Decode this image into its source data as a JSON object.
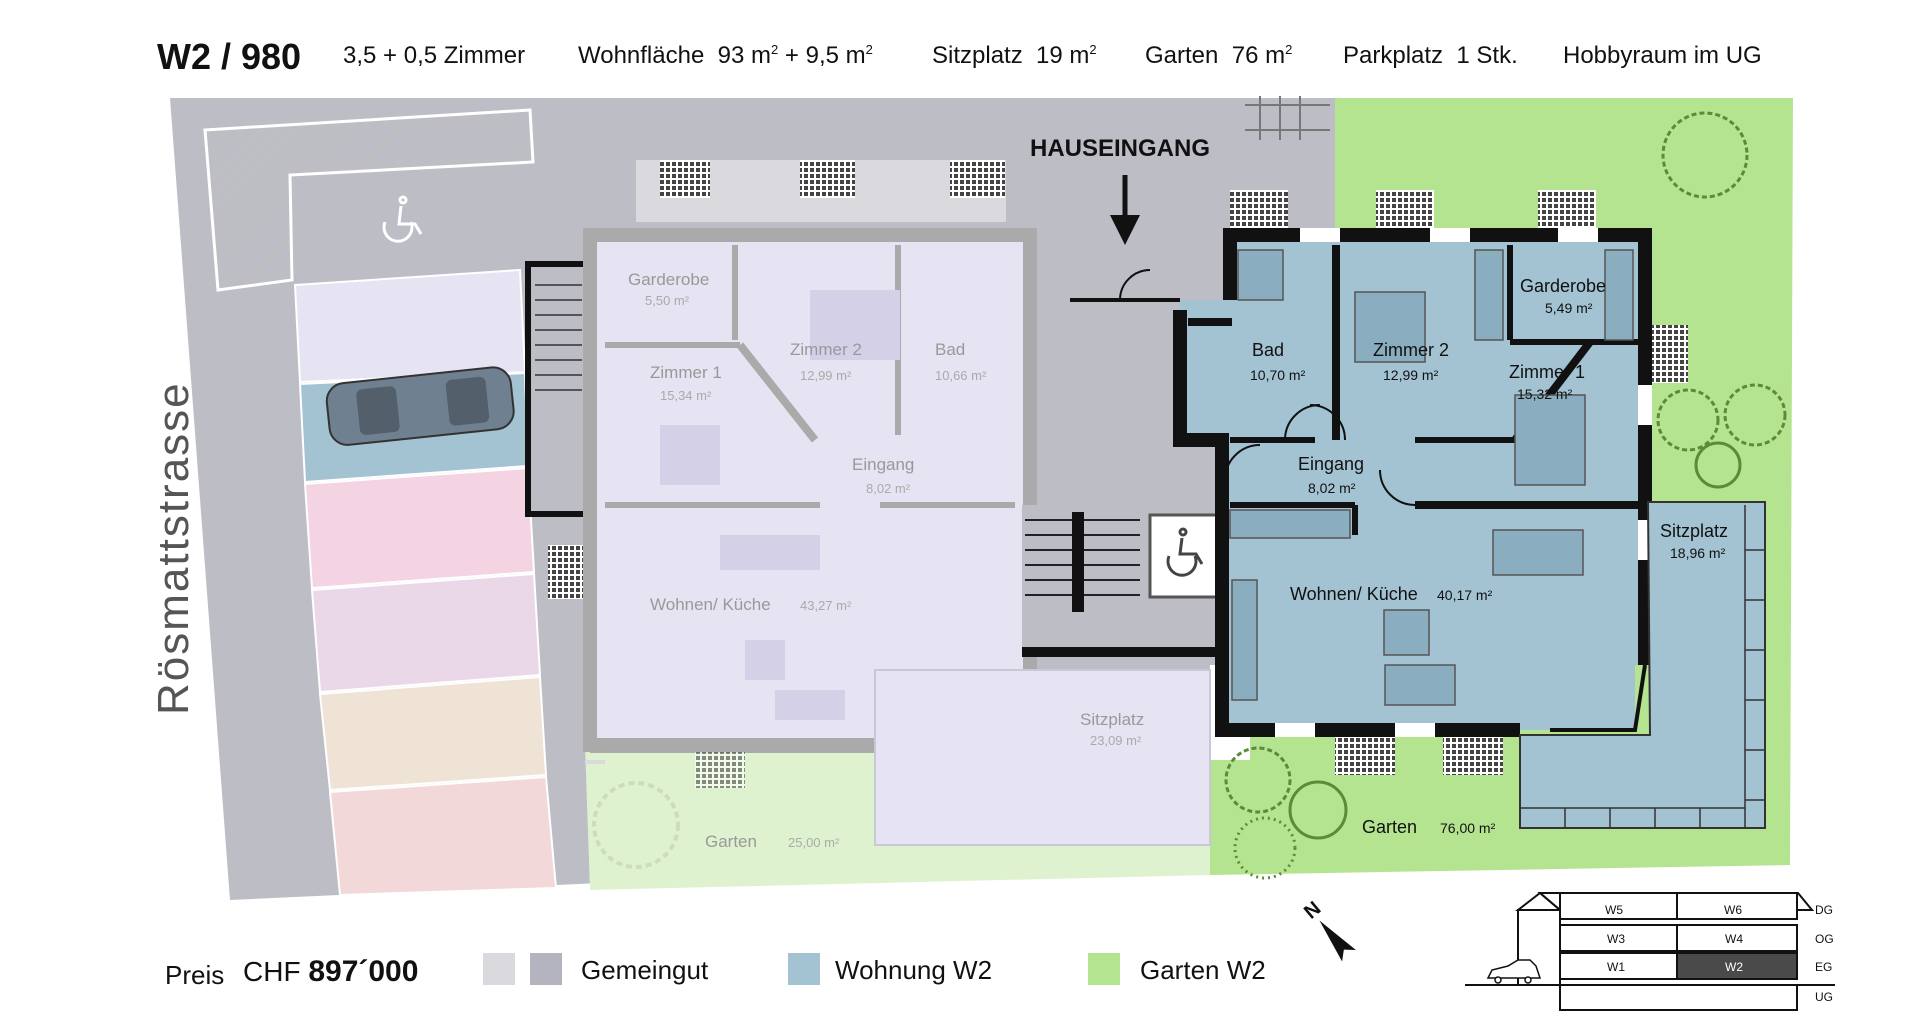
{
  "header": {
    "unit": "W2 / 980",
    "rooms": "3,5 + 0,5  Zimmer",
    "wohnflaeche_label": "Wohnfläche",
    "wohnflaeche_value": "93 m",
    "wohnflaeche_extra": "+ 9,5 m",
    "sitzplatz_label": "Sitzplatz",
    "sitzplatz_value": "19 m",
    "garten_label": "Garten",
    "garten_value": "76 m",
    "parkplatz_label": "Parkplatz",
    "parkplatz_value": "1 Stk.",
    "hobbyraum": "Hobbyraum im UG",
    "sq": "2"
  },
  "plan": {
    "street": "Rösmattstrasse",
    "entrance": "HAUSEINGANG",
    "left_unit": {
      "garderobe": {
        "name": "Garderobe",
        "area": "5,50 m²"
      },
      "zimmer2": {
        "name": "Zimmer 2",
        "area": "12,99 m²"
      },
      "bad": {
        "name": "Bad",
        "area": "10,66 m²"
      },
      "zimmer1": {
        "name": "Zimmer 1",
        "area": "15,34 m²"
      },
      "eingang": {
        "name": "Eingang",
        "area": "8,02 m²"
      },
      "wohnen": {
        "name": "Wohnen/ Küche",
        "area": "43,27 m²"
      },
      "sitzplatz": {
        "name": "Sitzplatz",
        "area": "23,09 m²"
      },
      "garten": {
        "name": "Garten",
        "area": "25,00 m²"
      }
    },
    "w2": {
      "bad": {
        "name": "Bad",
        "area": "10,70 m²"
      },
      "zimmer2": {
        "name": "Zimmer 2",
        "area": "12,99 m²"
      },
      "garderobe": {
        "name": "Garderobe",
        "area": "5,49 m²"
      },
      "zimmer1": {
        "name": "Zimmer 1",
        "area": "15,32 m²"
      },
      "eingang": {
        "name": "Eingang",
        "area": "8,02 m²"
      },
      "wohnen": {
        "name": "Wohnen/ Küche",
        "area": "40,17 m²"
      },
      "sitzplatz": {
        "name": "Sitzplatz",
        "area": "18,96 m²"
      },
      "garten": {
        "name": "Garten",
        "area": "76,00 m²"
      }
    }
  },
  "legend": {
    "gemeingut": "Gemeingut",
    "wohnung": "Wohnung W2",
    "garten": "Garten W2"
  },
  "price": {
    "label": "Preis",
    "currency": "CHF",
    "value": "897´000"
  },
  "section": {
    "w5": "W5",
    "w6": "W6",
    "dg": "DG",
    "w3": "W3",
    "w4": "W4",
    "og": "OG",
    "w1": "W1",
    "w2": "W2",
    "eg": "EG",
    "ug": "UG"
  },
  "colors": {
    "gemeingut_light": "#d9d9de",
    "gemeingut_dark": "#b4b4c0",
    "wohnung": "#a3c3d3",
    "garten": "#b5e490",
    "neighbour": "#e6e3f2",
    "road": "#bdbdc5"
  }
}
